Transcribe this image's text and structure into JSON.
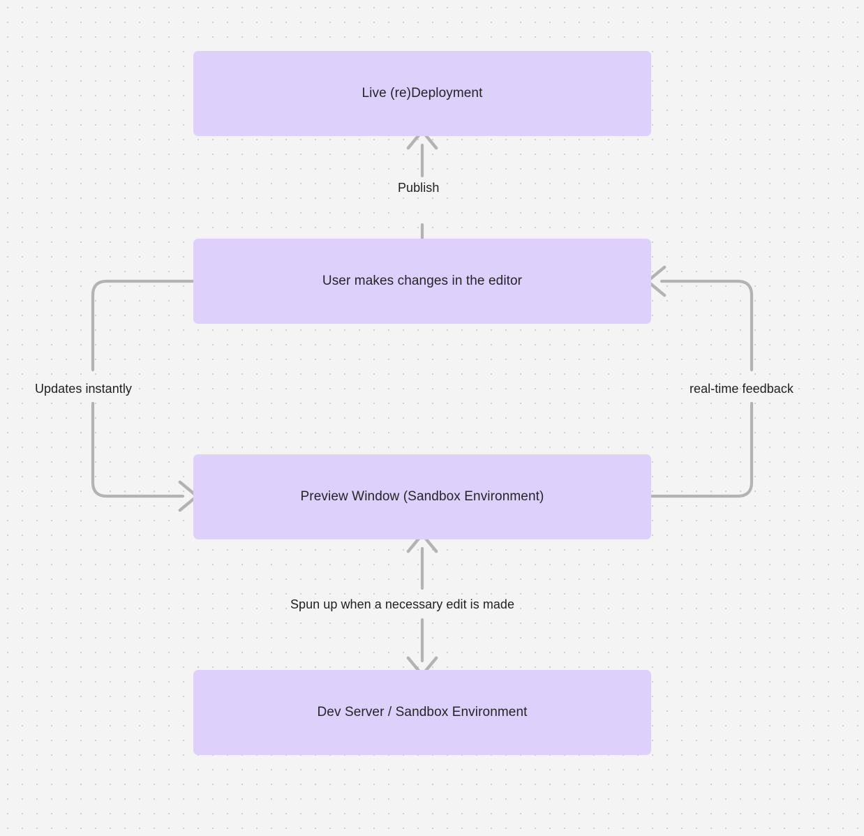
{
  "diagram": {
    "type": "flowchart",
    "background": "#f4f4f5",
    "node_color": "#ddd0fa",
    "edge_color": "#b3b3b3",
    "text_color": "#262329",
    "nodes": [
      {
        "id": "live",
        "label": "Live (re)Deployment"
      },
      {
        "id": "user",
        "label": "User makes changes in the editor"
      },
      {
        "id": "preview",
        "label": "Preview Window (Sandbox Environment)"
      },
      {
        "id": "devserver",
        "label": "Dev Server / Sandbox Environment"
      }
    ],
    "edges": [
      {
        "id": "publish",
        "from": "user",
        "to": "live",
        "label": "Publish",
        "direction": "up"
      },
      {
        "id": "updates",
        "from": "user",
        "to": "preview",
        "label": "Updates instantly",
        "direction": "left-loop"
      },
      {
        "id": "feedback",
        "from": "preview",
        "to": "user",
        "label": "real-time feedback",
        "direction": "right-loop"
      },
      {
        "id": "spun",
        "from": "preview",
        "to": "devserver",
        "label": "Spun up when a necessary edit is made",
        "direction": "bidirectional"
      }
    ]
  }
}
